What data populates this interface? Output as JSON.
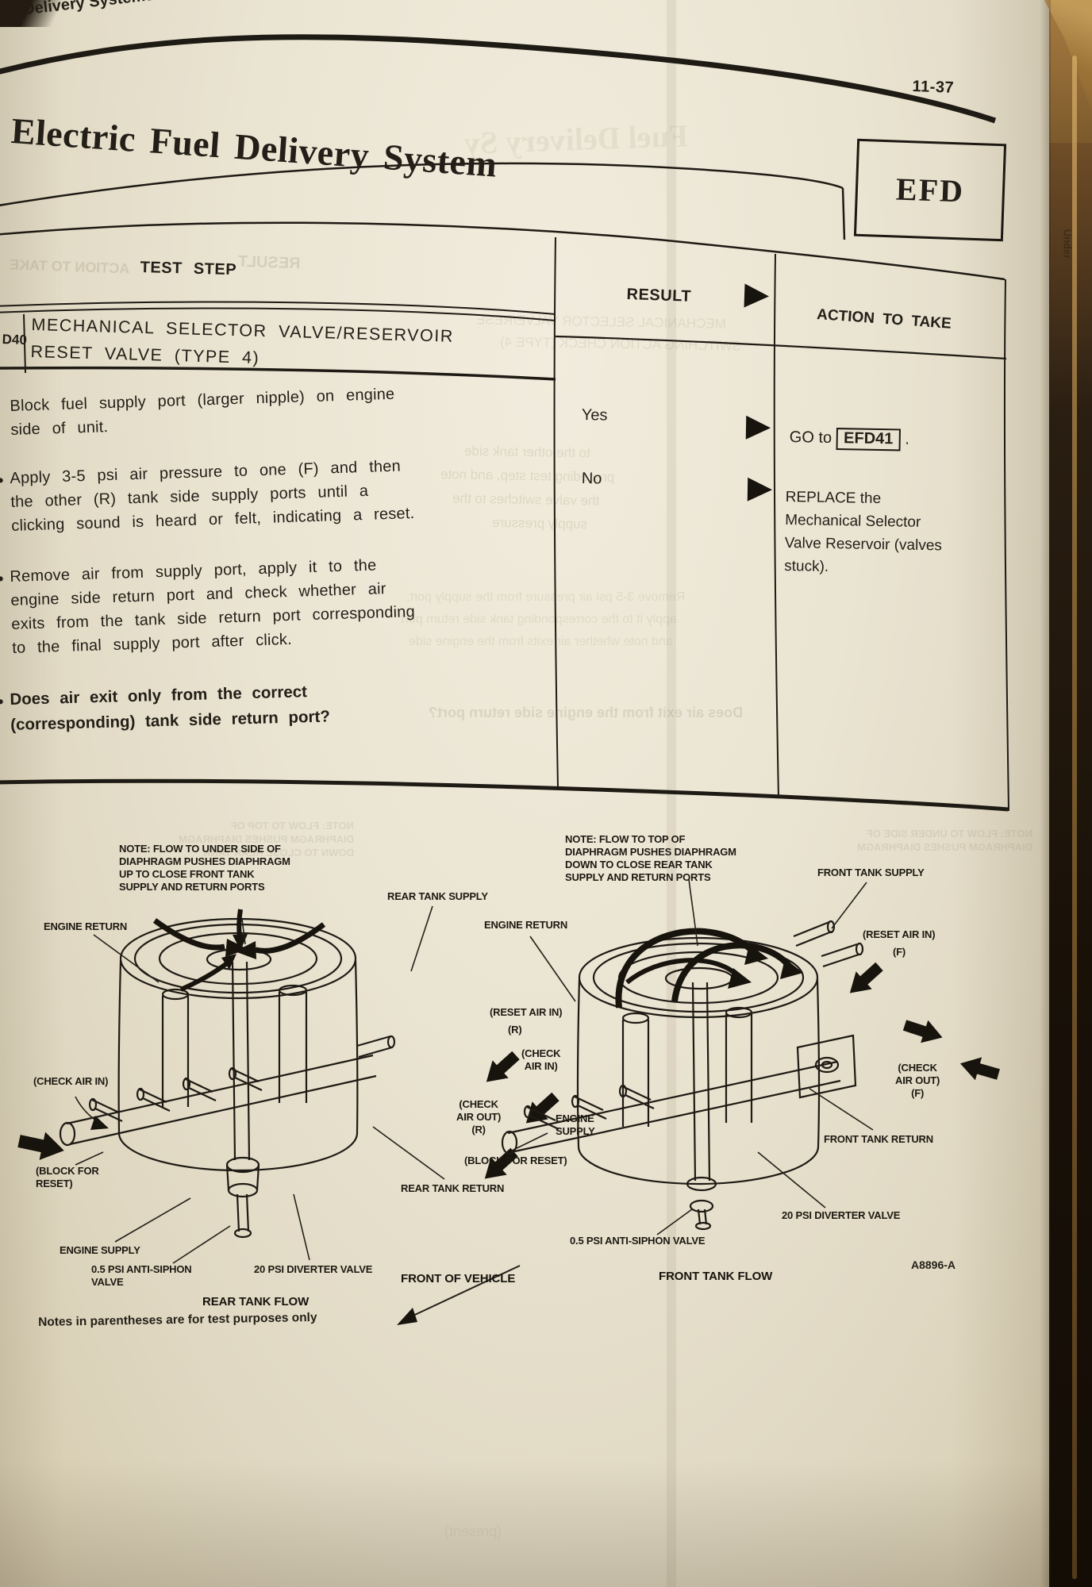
{
  "page": {
    "running_header": "el Delivery Systems",
    "page_number": "11-37",
    "title": "Electric Fuel Delivery System",
    "system_code": "EFD"
  },
  "table": {
    "headers": {
      "test_step": "TEST STEP",
      "result": "RESULT",
      "action": "ACTION TO TAKE"
    },
    "step": {
      "id": "D40",
      "title": "MECHANICAL SELECTOR VALVE/RESERVOIR\nRESET VALVE (TYPE 4)"
    },
    "bullets": [
      "Block fuel supply port (larger nipple) on engine\nside of unit.",
      "Apply 3-5 psi air pressure to one (F) and then\nthe other (R) tank side supply ports until a\nclicking sound is heard or felt, indicating a reset.",
      "Remove air from supply port, apply it to the\nengine side return port and check whether air\nexits from the tank side return port corresponding\nto the final supply port after click."
    ],
    "question": "Does air exit only from the correct\n(corresponding) tank side return port?",
    "results": [
      {
        "answer": "Yes",
        "action_pre": "GO to",
        "action_ref": "EFD41",
        "action_post": "."
      },
      {
        "answer": "No",
        "action": "REPLACE the\nMechanical Selector\nValve Reservoir (valves\nstuck)."
      }
    ]
  },
  "figure": {
    "left_note": "NOTE: FLOW TO UNDER SIDE OF\nDIAPHRAGM PUSHES DIAPHRAGM\nUP TO CLOSE FRONT TANK\nSUPPLY AND RETURN PORTS",
    "right_note": "NOTE: FLOW TO TOP OF\nDIAPHRAGM PUSHES DIAPHRAGM\nDOWN TO CLOSE REAR TANK\nSUPPLY AND RETURN PORTS",
    "labels": {
      "rear_tank_supply": "REAR TANK SUPPLY",
      "engine_return_left": "ENGINE RETURN",
      "engine_return_mid": "ENGINE RETURN",
      "front_tank_supply": "FRONT TANK SUPPLY",
      "check_air_in_left": "(CHECK AIR IN)",
      "reset_air_in_r": "(RESET AIR IN)",
      "r_tag": "(R)",
      "check_air_in_mid": "(CHECK\nAIR IN)",
      "check_air_out_r": "(CHECK\nAIR OUT)\n(R)",
      "block_for_reset_left": "(BLOCK FOR\nRESET)",
      "rear_tank_return": "REAR TANK RETURN",
      "engine_supply_left": "ENGINE SUPPLY",
      "anti_siphon_left": "0.5 PSI ANTI-SIPHON\nVALVE",
      "diverter_left": "20 PSI DIVERTER VALVE",
      "caption_left": "REAR TANK FLOW",
      "front_of_vehicle": "FRONT OF VEHICLE",
      "reset_air_in_f": "(RESET AIR IN)",
      "f_tag": "(F)",
      "check_air_out_f": "(CHECK\nAIR OUT)\n(F)",
      "engine_supply_right": "ENGINE\nSUPPLY",
      "block_for_reset_right": "(BLOCK FOR RESET)",
      "front_tank_return": "FRONT TANK RETURN",
      "diverter_right": "20 PSI DIVERTER VALVE",
      "anti_siphon_right": "0.5 PSI ANTI-SIPHON VALVE",
      "caption_right": "FRONT TANK FLOW"
    },
    "figure_id": "A8896-A",
    "footer_note": "Notes in parentheses are for test purposes only"
  },
  "ghosts": [
    "Fuel Delivery Sy",
    "RESULT",
    "ACTION TO TAKE",
    "MECHANICAL SELECTOR VALVE/RESE",
    "SWITCHING ACTION CHECK (TYPE 4)",
    "to the other tank side",
    "preceding test step, and note",
    "the valve switches to the",
    "supply pressure",
    "Remove 3-5 psi air pressure from the supply port,",
    "apply it to the corresponding tank side return port",
    "and note whether air exits from the engine side",
    "Does air exit from the engine side return port?",
    "NOTE: FLOW TO TOP OF\nDIAPHRAGM PUSHES DIAPHRAGM\nDOWN TO CLOSE REAR TANK",
    "NOTE: FLOW TO UNDER SIDE OF\nDIAPHRAGM PUSHES DIAPHRAGM",
    "Under",
    "(present)"
  ]
}
